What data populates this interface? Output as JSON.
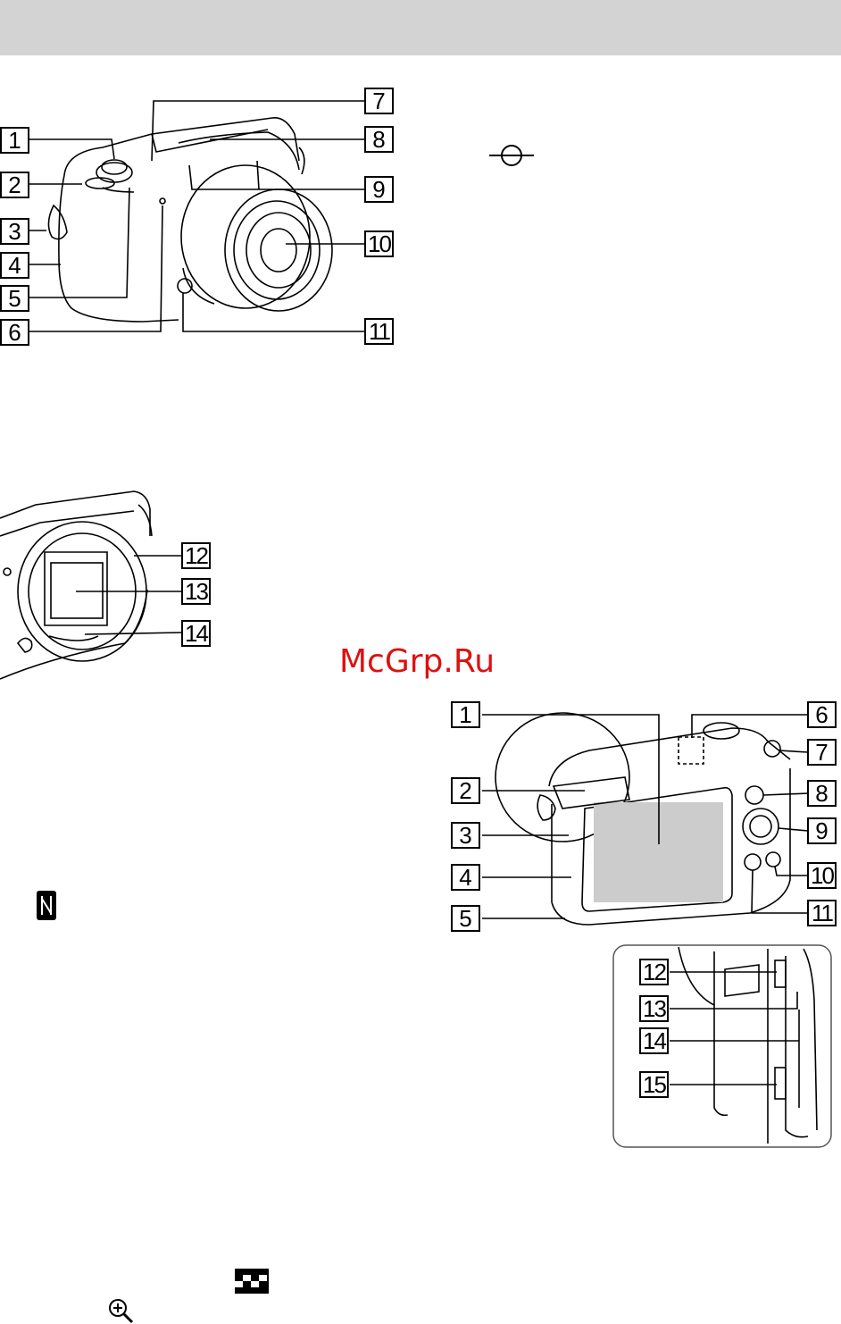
{
  "watermark": "McGrp.Ru",
  "front_view": {
    "callouts": [
      "1",
      "2",
      "3",
      "4",
      "5",
      "6",
      "7",
      "8",
      "9",
      "10",
      "11"
    ],
    "icons": [
      "focal-plane-mark-icon"
    ]
  },
  "mount_view": {
    "callouts": [
      "12",
      "13",
      "14"
    ]
  },
  "rear_view": {
    "callouts": [
      "1",
      "2",
      "3",
      "4",
      "5",
      "6",
      "7",
      "8",
      "9",
      "10",
      "11"
    ],
    "icons": [
      "n-mark-icon"
    ]
  },
  "side_panel_view": {
    "callouts": [
      "12",
      "13",
      "14",
      "15"
    ]
  },
  "footer_icons": [
    "index-grid-icon",
    "zoom-in-icon"
  ],
  "colors": {
    "header_bar": "#d3d3d3",
    "watermark": "#dd1111",
    "ink": "#000000"
  }
}
